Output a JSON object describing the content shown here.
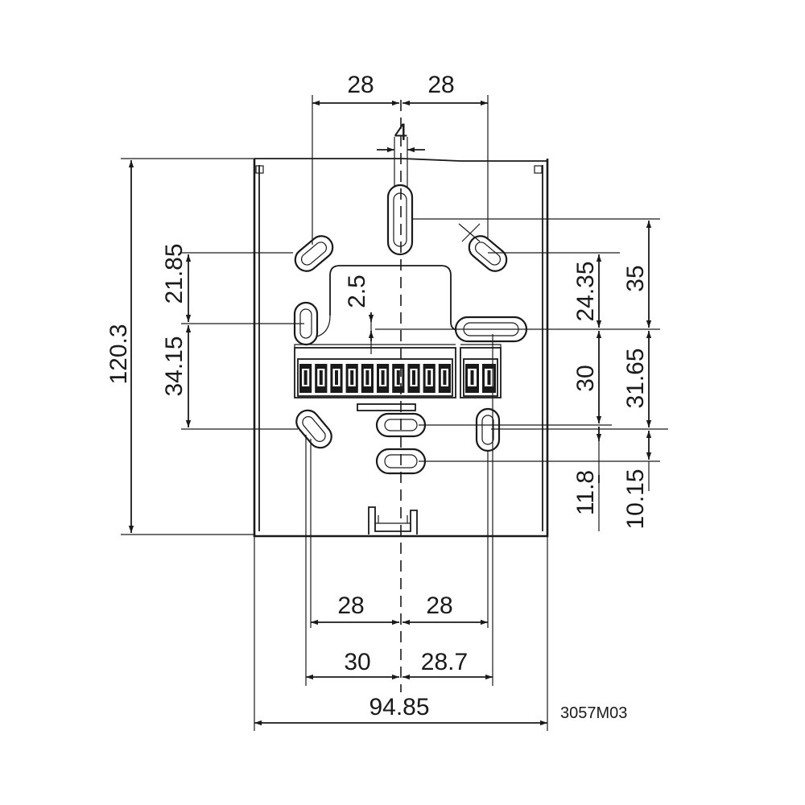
{
  "drawing": {
    "reference": "3057M03",
    "dimensions": {
      "top_left_28": "28",
      "top_right_28": "28",
      "slot_width_4": "4",
      "overall_height": "120.3",
      "left_21_85": "21.85",
      "left_34_15": "34.15",
      "center_2_5": "2.5",
      "right_24_35": "24.35",
      "right_35": "35",
      "right_30": "30",
      "right_31_65": "31.65",
      "right_11_8": "11.8",
      "right_10_15": "10.15",
      "bottom_left_28": "28",
      "bottom_right_28": "28",
      "bottom_30": "30",
      "bottom_28_7": "28.7",
      "overall_width": "94.85"
    },
    "terminals": {
      "main_count": 10,
      "aux_count": 2
    }
  }
}
